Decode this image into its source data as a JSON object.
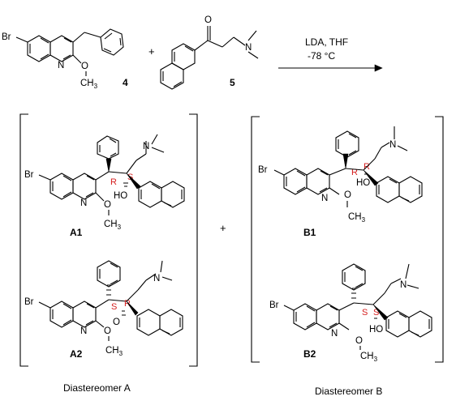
{
  "reaction": {
    "reagent_line1": "LDA, THF",
    "reagent_line2": "-78 °C",
    "plus": "+"
  },
  "compounds": {
    "c4": {
      "label": "4"
    },
    "c5": {
      "label": "5"
    },
    "A1": {
      "label": "A1",
      "stereo1": "R",
      "stereo2": "S"
    },
    "A2": {
      "label": "A2",
      "stereo1": "S",
      "stereo2": "R"
    },
    "B1": {
      "label": "B1",
      "stereo1": "R",
      "stereo2": "R"
    },
    "B2": {
      "label": "B2",
      "stereo1": "S",
      "stereo2": "S"
    }
  },
  "atoms": {
    "br": "Br",
    "n": "N",
    "o": "O",
    "ch3": "CH",
    "ch3_sub": "3",
    "ho": "HO",
    "dimethylamino_n": "N"
  },
  "groups": {
    "between_groups_plus": "+",
    "caption_a": "Diastereomer A",
    "caption_b": "Diastereomer B"
  }
}
